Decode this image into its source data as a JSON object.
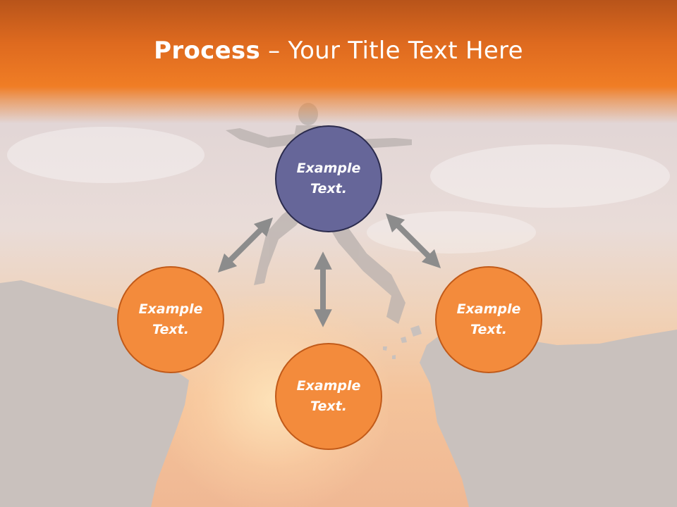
{
  "title": {
    "bold": "Process",
    "rest": " – Your Title Text Here"
  },
  "nodes": [
    {
      "label": "Example Text."
    },
    {
      "label": "Example Text."
    },
    {
      "label": "Example Text."
    },
    {
      "label": "Example Text."
    }
  ],
  "colors": {
    "title_band": "#f07d25",
    "center_node": "#666699",
    "outer_node": "#f38b3c",
    "arrow": "#8c8c8c"
  }
}
